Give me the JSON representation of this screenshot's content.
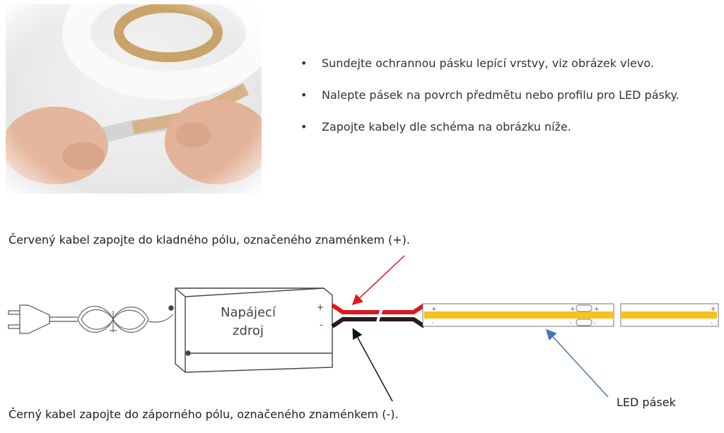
{
  "bullets": [
    "Sundejte ochrannou pásku lepící vrstvy, viz obrázek vlevo.",
    "Nalepte pásek na povrch předmětu nebo profilu pro LED pásky.",
    "Zapojte kabely dle schéma na obrázku níže."
  ],
  "captions": {
    "red": "Červený kabel zapojte do kladného pólu, označeného znaménkem (+).",
    "black": "Černý kabel zapojte do záporného pólu, označeného znaménkem (-)."
  },
  "diagram": {
    "psu_line1": "Napájecí",
    "psu_line2": "zdroj",
    "plus": "+",
    "minus": "-",
    "led_label": "LED pásek"
  },
  "colors": {
    "red": "#e0161c",
    "strip": "#f7c21a",
    "arrow_blue": "#4a74b8"
  }
}
